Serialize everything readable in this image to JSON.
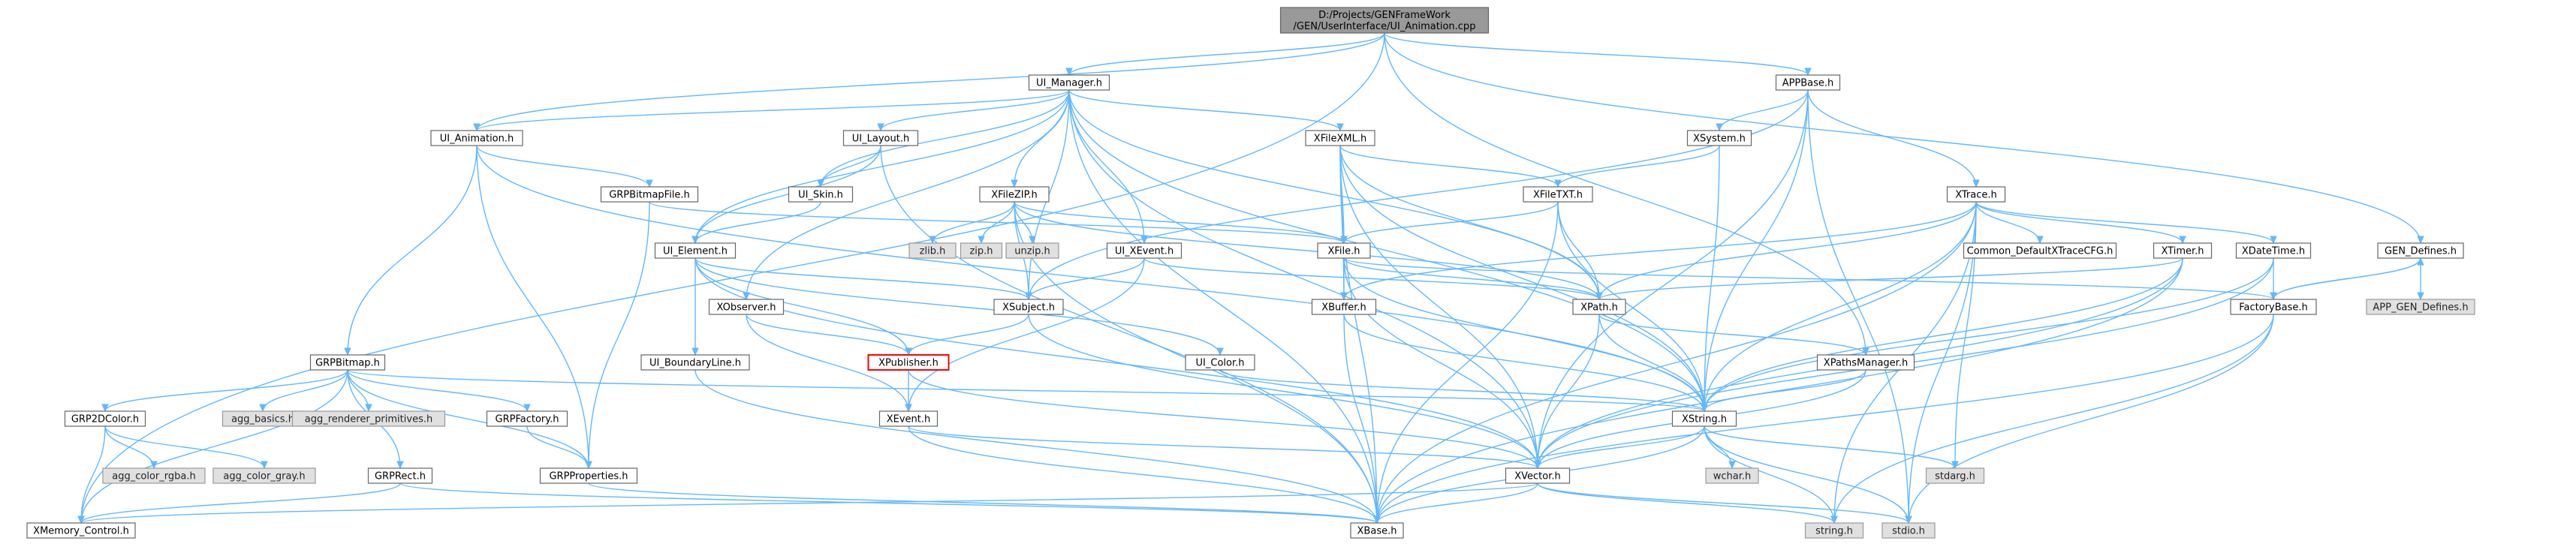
{
  "nodes": [
    {
      "id": "root",
      "lines": [
        "D:/Projects/GENFrameWork",
        "/GEN/UserInterface/UI_Animation.cpp"
      ],
      "kind": "root"
    },
    {
      "id": "ui_manager",
      "lines": [
        "UI_Manager.h"
      ],
      "kind": "normal"
    },
    {
      "id": "appbase",
      "lines": [
        "APPBase.h"
      ],
      "kind": "normal"
    },
    {
      "id": "ui_animation",
      "lines": [
        "UI_Animation.h"
      ],
      "kind": "normal"
    },
    {
      "id": "ui_layout",
      "lines": [
        "UI_Layout.h"
      ],
      "kind": "normal"
    },
    {
      "id": "xfilexml",
      "lines": [
        "XFileXML.h"
      ],
      "kind": "normal"
    },
    {
      "id": "xsystem",
      "lines": [
        "XSystem.h"
      ],
      "kind": "normal"
    },
    {
      "id": "grpbitmapfile",
      "lines": [
        "GRPBitmapFile.h"
      ],
      "kind": "normal"
    },
    {
      "id": "ui_skin",
      "lines": [
        "UI_Skin.h"
      ],
      "kind": "normal"
    },
    {
      "id": "xfilezip",
      "lines": [
        "XFileZIP.h"
      ],
      "kind": "normal"
    },
    {
      "id": "xfiletxt",
      "lines": [
        "XFileTXT.h"
      ],
      "kind": "normal"
    },
    {
      "id": "xtrace",
      "lines": [
        "XTrace.h"
      ],
      "kind": "normal"
    },
    {
      "id": "ui_element",
      "lines": [
        "UI_Element.h"
      ],
      "kind": "normal"
    },
    {
      "id": "zlib",
      "lines": [
        "zlib.h"
      ],
      "kind": "system"
    },
    {
      "id": "zip",
      "lines": [
        "zip.h"
      ],
      "kind": "system"
    },
    {
      "id": "unzip",
      "lines": [
        "unzip.h"
      ],
      "kind": "system"
    },
    {
      "id": "ui_xevent",
      "lines": [
        "UI_XEvent.h"
      ],
      "kind": "normal"
    },
    {
      "id": "xfile",
      "lines": [
        "XFile.h"
      ],
      "kind": "normal"
    },
    {
      "id": "common_cfg",
      "lines": [
        "Common_DefaultXTraceCFG.h"
      ],
      "kind": "normal"
    },
    {
      "id": "xtimer",
      "lines": [
        "XTimer.h"
      ],
      "kind": "normal"
    },
    {
      "id": "xdatetime",
      "lines": [
        "XDateTime.h"
      ],
      "kind": "normal"
    },
    {
      "id": "gen_defines",
      "lines": [
        "GEN_Defines.h"
      ],
      "kind": "normal"
    },
    {
      "id": "xobserver",
      "lines": [
        "XObserver.h"
      ],
      "kind": "normal"
    },
    {
      "id": "xsubject",
      "lines": [
        "XSubject.h"
      ],
      "kind": "normal"
    },
    {
      "id": "xbuffer",
      "lines": [
        "XBuffer.h"
      ],
      "kind": "normal"
    },
    {
      "id": "xpath",
      "lines": [
        "XPath.h"
      ],
      "kind": "normal"
    },
    {
      "id": "factorybase",
      "lines": [
        "FactoryBase.h"
      ],
      "kind": "normal"
    },
    {
      "id": "app_gen_defines",
      "lines": [
        "APP_GEN_Defines.h"
      ],
      "kind": "system"
    },
    {
      "id": "grpbitmap",
      "lines": [
        "GRPBitmap.h"
      ],
      "kind": "normal"
    },
    {
      "id": "ui_boundaryline",
      "lines": [
        "UI_BoundaryLine.h"
      ],
      "kind": "normal"
    },
    {
      "id": "xpublisher",
      "lines": [
        "XPublisher.h"
      ],
      "kind": "highlight"
    },
    {
      "id": "ui_color",
      "lines": [
        "UI_Color.h"
      ],
      "kind": "normal"
    },
    {
      "id": "xpathsmanager",
      "lines": [
        "XPathsManager.h"
      ],
      "kind": "normal"
    },
    {
      "id": "grp2dcolor",
      "lines": [
        "GRP2DColor.h"
      ],
      "kind": "normal"
    },
    {
      "id": "agg_basics",
      "lines": [
        "agg_basics.h"
      ],
      "kind": "system"
    },
    {
      "id": "agg_renderer",
      "lines": [
        "agg_renderer_primitives.h"
      ],
      "kind": "system"
    },
    {
      "id": "grpfactory",
      "lines": [
        "GRPFactory.h"
      ],
      "kind": "normal"
    },
    {
      "id": "xevent",
      "lines": [
        "XEvent.h"
      ],
      "kind": "normal"
    },
    {
      "id": "xstring",
      "lines": [
        "XString.h"
      ],
      "kind": "normal"
    },
    {
      "id": "agg_color_rgba",
      "lines": [
        "agg_color_rgba.h"
      ],
      "kind": "system"
    },
    {
      "id": "agg_color_gray",
      "lines": [
        "agg_color_gray.h"
      ],
      "kind": "system"
    },
    {
      "id": "grprect",
      "lines": [
        "GRPRect.h"
      ],
      "kind": "normal"
    },
    {
      "id": "grpproperties",
      "lines": [
        "GRPProperties.h"
      ],
      "kind": "normal"
    },
    {
      "id": "xvector",
      "lines": [
        "XVector.h"
      ],
      "kind": "normal"
    },
    {
      "id": "wchar",
      "lines": [
        "wchar.h"
      ],
      "kind": "system"
    },
    {
      "id": "stdarg",
      "lines": [
        "stdarg.h"
      ],
      "kind": "system"
    },
    {
      "id": "xmemory_control",
      "lines": [
        "XMemory_Control.h"
      ],
      "kind": "normal"
    },
    {
      "id": "xbase",
      "lines": [
        "XBase.h"
      ],
      "kind": "normal"
    },
    {
      "id": "string",
      "lines": [
        "string.h"
      ],
      "kind": "system"
    },
    {
      "id": "stdio",
      "lines": [
        "stdio.h"
      ],
      "kind": "system"
    }
  ],
  "edges": [
    [
      "root",
      "ui_manager"
    ],
    [
      "root",
      "appbase"
    ],
    [
      "root",
      "ui_animation"
    ],
    [
      "root",
      "gen_defines"
    ],
    [
      "root",
      "xpathsmanager"
    ],
    [
      "root",
      "xmemory_control"
    ],
    [
      "ui_manager",
      "ui_animation"
    ],
    [
      "ui_manager",
      "ui_layout"
    ],
    [
      "ui_manager",
      "ui_skin"
    ],
    [
      "ui_manager",
      "ui_element"
    ],
    [
      "ui_manager",
      "xfilexml"
    ],
    [
      "ui_manager",
      "xfilezip"
    ],
    [
      "ui_manager",
      "ui_xevent"
    ],
    [
      "ui_manager",
      "xsubject"
    ],
    [
      "ui_manager",
      "xobserver"
    ],
    [
      "ui_manager",
      "xpath"
    ],
    [
      "ui_manager",
      "xstring"
    ],
    [
      "ui_manager",
      "xvector"
    ],
    [
      "ui_manager",
      "xbase"
    ],
    [
      "appbase",
      "xsystem"
    ],
    [
      "appbase",
      "xtrace"
    ],
    [
      "appbase",
      "xsubject"
    ],
    [
      "appbase",
      "xstring"
    ],
    [
      "appbase",
      "xvector"
    ],
    [
      "appbase",
      "stdio"
    ],
    [
      "ui_animation",
      "grpbitmapfile"
    ],
    [
      "ui_animation",
      "grpbitmap"
    ],
    [
      "ui_animation",
      "grpproperties"
    ],
    [
      "ui_animation",
      "xstring"
    ],
    [
      "ui_layout",
      "ui_skin"
    ],
    [
      "ui_layout",
      "ui_element"
    ],
    [
      "ui_layout",
      "xbase"
    ],
    [
      "grpbitmapfile",
      "xfile"
    ],
    [
      "grpbitmapfile",
      "grpproperties"
    ],
    [
      "ui_skin",
      "ui_element"
    ],
    [
      "xfilexml",
      "xfile"
    ],
    [
      "xfilexml",
      "xfiletxt"
    ],
    [
      "xfilexml",
      "xbuffer"
    ],
    [
      "xfilexml",
      "xpath"
    ],
    [
      "xfilexml",
      "xstring"
    ],
    [
      "xfilexml",
      "xvector"
    ],
    [
      "xfilexml",
      "xbase"
    ],
    [
      "xsystem",
      "xfiletxt"
    ],
    [
      "xsystem",
      "xstring"
    ],
    [
      "xfilezip",
      "zlib"
    ],
    [
      "xfilezip",
      "zip"
    ],
    [
      "xfilezip",
      "unzip"
    ],
    [
      "xfilezip",
      "xfile"
    ],
    [
      "xfilezip",
      "xsubject"
    ],
    [
      "xfilezip",
      "xpath"
    ],
    [
      "xfilezip",
      "xbase"
    ],
    [
      "xfiletxt",
      "xfile"
    ],
    [
      "xfiletxt",
      "xpath"
    ],
    [
      "xfiletxt",
      "xstring"
    ],
    [
      "xfiletxt",
      "xbase"
    ],
    [
      "xtrace",
      "common_cfg"
    ],
    [
      "xtrace",
      "xtimer"
    ],
    [
      "xtrace",
      "xdatetime"
    ],
    [
      "xtrace",
      "xbuffer"
    ],
    [
      "xtrace",
      "xpath"
    ],
    [
      "xtrace",
      "xstring"
    ],
    [
      "xtrace",
      "stdarg"
    ],
    [
      "xtrace",
      "string"
    ],
    [
      "xtrace",
      "stdio"
    ],
    [
      "xtrace",
      "xbase"
    ],
    [
      "ui_element",
      "ui_boundaryline"
    ],
    [
      "ui_element",
      "xpublisher"
    ],
    [
      "ui_element",
      "ui_color"
    ],
    [
      "ui_element",
      "xsubject"
    ],
    [
      "ui_element",
      "xvector"
    ],
    [
      "ui_xevent",
      "xsubject"
    ],
    [
      "ui_xevent",
      "xevent"
    ],
    [
      "ui_xevent",
      "xpath"
    ],
    [
      "xfile",
      "xbuffer"
    ],
    [
      "xfile",
      "xpath"
    ],
    [
      "xfile",
      "xstring"
    ],
    [
      "xfile",
      "xvector"
    ],
    [
      "xfile",
      "factorybase"
    ],
    [
      "xtimer",
      "xpath"
    ],
    [
      "xtimer",
      "xstring"
    ],
    [
      "xtimer",
      "xvector"
    ],
    [
      "xtimer",
      "xbase"
    ],
    [
      "xdatetime",
      "factorybase"
    ],
    [
      "xdatetime",
      "xstring"
    ],
    [
      "xdatetime",
      "xvector"
    ],
    [
      "gen_defines",
      "app_gen_defines"
    ],
    [
      "gen_defines",
      "factorybase"
    ],
    [
      "factorybase",
      "gen_defines"
    ],
    [
      "xobserver",
      "xpublisher"
    ],
    [
      "xobserver",
      "xevent"
    ],
    [
      "xsubject",
      "xpublisher"
    ],
    [
      "xsubject",
      "xvector"
    ],
    [
      "xbuffer",
      "xstring"
    ],
    [
      "xbuffer",
      "xbase"
    ],
    [
      "xpath",
      "xpathsmanager"
    ],
    [
      "xpath",
      "xstring"
    ],
    [
      "xpath",
      "xvector"
    ],
    [
      "factorybase",
      "xbase"
    ],
    [
      "factorybase",
      "string"
    ],
    [
      "factorybase",
      "stdio"
    ],
    [
      "grpbitmap",
      "grp2dcolor"
    ],
    [
      "grpbitmap",
      "agg_basics"
    ],
    [
      "grpbitmap",
      "agg_renderer"
    ],
    [
      "grpbitmap",
      "grpfactory"
    ],
    [
      "grpbitmap",
      "grprect"
    ],
    [
      "grpbitmap",
      "grpproperties"
    ],
    [
      "grpbitmap",
      "xmemory_control"
    ],
    [
      "grpbitmap",
      "xstring"
    ],
    [
      "ui_boundaryline",
      "xbase"
    ],
    [
      "xpublisher",
      "xevent"
    ],
    [
      "xpublisher",
      "xvector"
    ],
    [
      "ui_color",
      "xstring"
    ],
    [
      "xpathsmanager",
      "xstring"
    ],
    [
      "xpathsmanager",
      "xvector"
    ],
    [
      "grp2dcolor",
      "agg_color_rgba"
    ],
    [
      "grp2dcolor",
      "agg_color_gray"
    ],
    [
      "grp2dcolor",
      "xmemory_control"
    ],
    [
      "grpfactory",
      "grpproperties"
    ],
    [
      "xevent",
      "xvector"
    ],
    [
      "xevent",
      "xbase"
    ],
    [
      "xstring",
      "xvector"
    ],
    [
      "xstring",
      "wchar"
    ],
    [
      "xstring",
      "stdarg"
    ],
    [
      "xstring",
      "string"
    ],
    [
      "xstring",
      "stdio"
    ],
    [
      "xstring",
      "xbase"
    ],
    [
      "grprect",
      "xmemory_control"
    ],
    [
      "grprect",
      "xbase"
    ],
    [
      "grpproperties",
      "xbase"
    ],
    [
      "xvector",
      "xmemory_control"
    ],
    [
      "xvector",
      "xbase"
    ],
    [
      "xvector",
      "string"
    ],
    [
      "xvector",
      "stdio"
    ]
  ]
}
